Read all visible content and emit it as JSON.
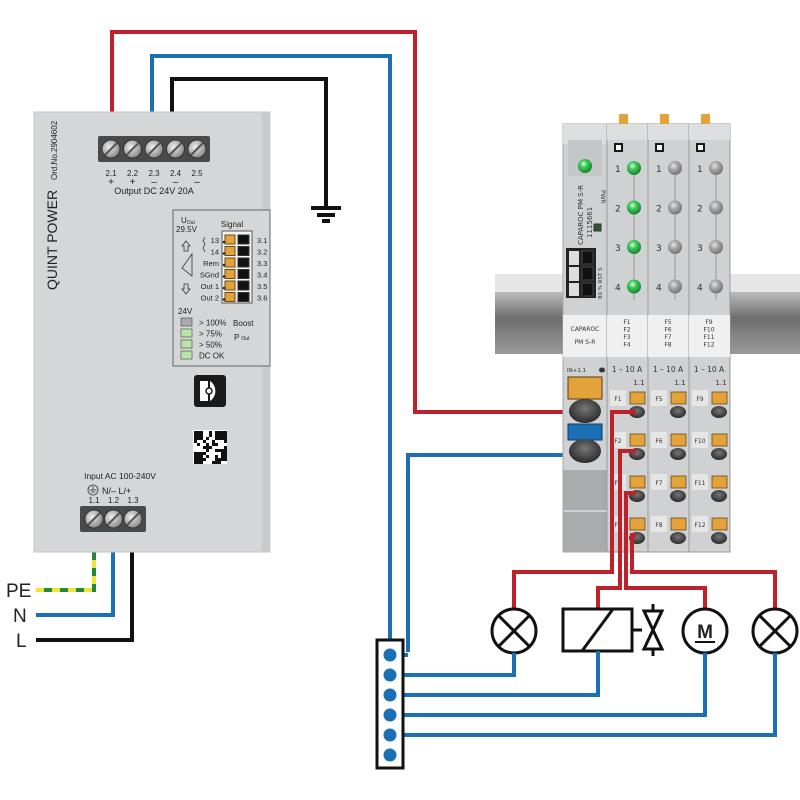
{
  "power_supply": {
    "brand": "QUINT POWER",
    "order_no": "Ord.No.2904602",
    "output_terminals": [
      "2.1",
      "2.2",
      "2.3",
      "2.4",
      "2.5"
    ],
    "output_polarity": [
      "+",
      "+",
      "–",
      "–",
      "–"
    ],
    "output_label": "Output DC 24V 20A",
    "uout_label": "U",
    "uout_sub": "Out",
    "uout_max": "29.5V",
    "uout_min": "24V",
    "signal_title": "Signal",
    "signal_labels": [
      "13",
      "14",
      "Rem",
      "SGnd",
      "Out 1",
      "Out 2"
    ],
    "signal_terminals": [
      "3.1",
      "3.2",
      "3.3",
      "3.4",
      "3.5",
      "3.6"
    ],
    "led_labels": [
      "> 100%",
      "> 75%",
      "> 50%",
      "DC OK"
    ],
    "boost_label": "Boost",
    "pout_label": "P",
    "pout_sub": "Out",
    "input_label": "Input AC 100-240V",
    "input_symbols": "N/– L/+",
    "input_terminals": [
      "1.1",
      "1.2",
      "1.3"
    ]
  },
  "mains": {
    "labels": [
      "PE",
      "N",
      "L"
    ]
  },
  "caparoc": {
    "vertical_label": "CAPAROC PM S-R",
    "vertical_code": "1115661",
    "pwr_label": "PWR",
    "side_labels": "80 %  RST  S",
    "module_label_line1": "CAPAROC",
    "module_label_line2": "PM S-R",
    "in_label": "IN+1.1",
    "channel_numbers": [
      "1",
      "2",
      "3",
      "4"
    ],
    "modules": [
      {
        "fuses": [
          "F1",
          "F2",
          "F3",
          "F4"
        ],
        "rating": "1 – 10 A",
        "terminal": "1.1",
        "led_state": "green"
      },
      {
        "fuses": [
          "F5",
          "F6",
          "F7",
          "F8"
        ],
        "rating": "1 – 10 A",
        "terminal": "1.1",
        "led_state": "grey"
      },
      {
        "fuses": [
          "F9",
          "F10",
          "F11",
          "F12"
        ],
        "rating": "1 – 10 A",
        "terminal": "1.1",
        "led_state": "grey"
      }
    ]
  },
  "loads": {
    "motor_label": "M",
    "items": [
      "lamp-1",
      "solenoid-valve",
      "motor",
      "lamp-2"
    ]
  },
  "colors": {
    "positive_wire": "#c0202a",
    "negative_wire": "#1a6fb5",
    "ground_wire": "#111111",
    "pe_green": "#1f8a3a",
    "pe_yellow": "#f2e33a",
    "housing": "#d4d6d8",
    "led_green": "#2fb54a",
    "led_grey": "#9a9c9e",
    "terminal_orange": "#e3a33a"
  }
}
